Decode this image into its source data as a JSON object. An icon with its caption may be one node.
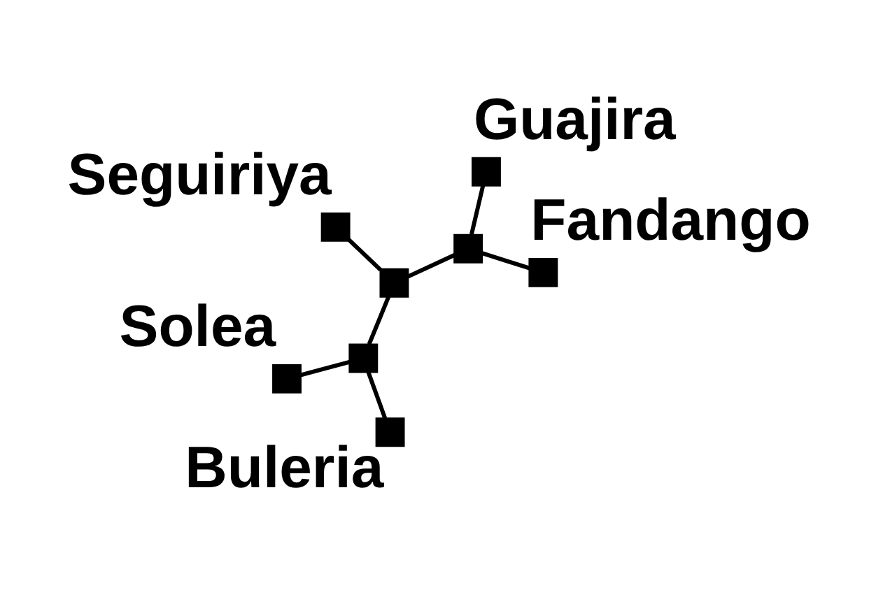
{
  "diagram": {
    "nodes": [
      {
        "text": [],
        "shape": "box",
        "beside": [
          "Seguiriya"
        ]
      },
      {
        "text": [],
        "shape": "box",
        "beside": [
          "Fandango"
        ]
      },
      {
        "text": [],
        "shape": "box"
      },
      {
        "text": [],
        "shape": "box"
      },
      {
        "text": [],
        "shape": "box",
        "beside": [
          "Guajira"
        ]
      },
      {
        "text": [],
        "shape": "box",
        "beside": [
          "Solea"
        ]
      },
      {
        "text": [],
        "shape": "box"
      },
      {
        "text": [],
        "shape": "box",
        "beside": [
          "Buleria"
        ]
      }
    ],
    "edges": [
      {
        "from": 1,
        "to": 2,
        "arrow": "none"
      },
      {
        "from": 4,
        "to": 2,
        "arrow": "none"
      },
      {
        "from": 2,
        "to": 3,
        "arrow": "none"
      },
      {
        "from": 3,
        "to": 0,
        "arrow": "none"
      },
      {
        "from": 3,
        "to": 6,
        "arrow": "none"
      },
      {
        "from": 6,
        "to": 5,
        "arrow": "none"
      },
      {
        "from": 6,
        "to": 7,
        "arrow": "none"
      }
    ]
  }
}
